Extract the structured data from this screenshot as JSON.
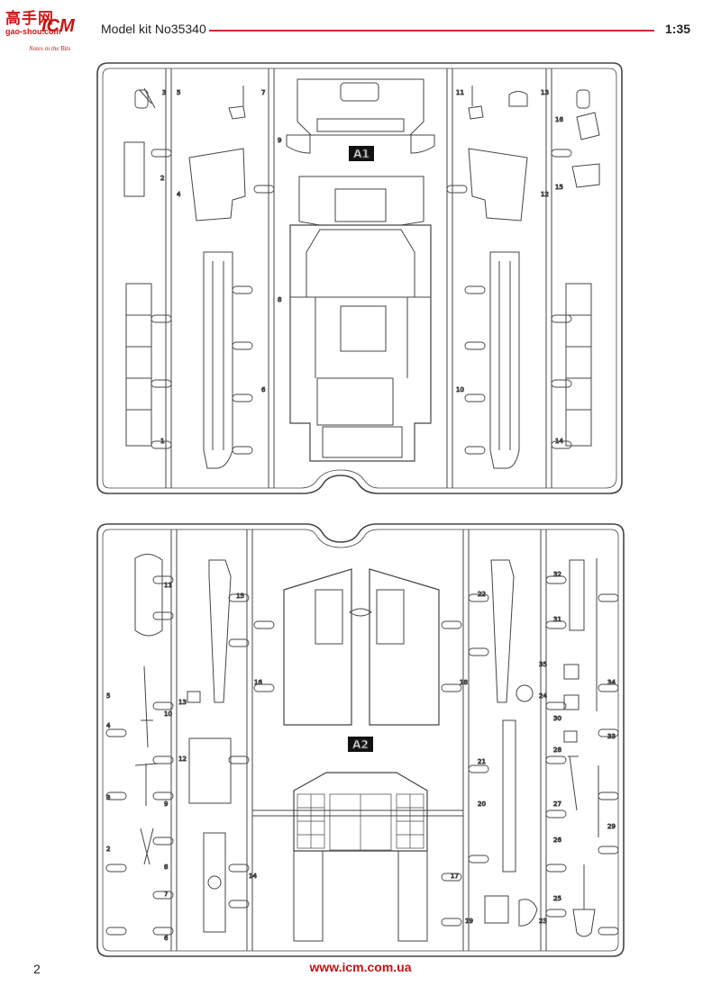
{
  "header": {
    "logo": {
      "cn": "高手网",
      "url": "gao-shou.com",
      "brand": "ICM",
      "tagline": "Notes in the Bits"
    },
    "title": "Model kit No35340",
    "scale": "1:35"
  },
  "sprues": [
    {
      "label": "A1"
    },
    {
      "label": "A2"
    }
  ],
  "part_numbers_a1": [
    "3",
    "5",
    "7",
    "11",
    "13",
    "16",
    "12",
    "15",
    "2",
    "4",
    "9",
    "8",
    "6",
    "10",
    "14",
    "1"
  ],
  "part_numbers_a2": [
    "11",
    "15",
    "16",
    "18",
    "22",
    "23",
    "24",
    "30",
    "31",
    "32",
    "13",
    "12",
    "10",
    "9",
    "8",
    "2",
    "3",
    "4",
    "5",
    "6",
    "7",
    "14",
    "17",
    "19",
    "20",
    "21",
    "25",
    "26",
    "27",
    "28",
    "29",
    "33",
    "34",
    "35"
  ],
  "footer": {
    "page": "2",
    "url": "www.icm.com.ua"
  },
  "colors": {
    "accent": "#d32a2a",
    "line": "#444444"
  }
}
